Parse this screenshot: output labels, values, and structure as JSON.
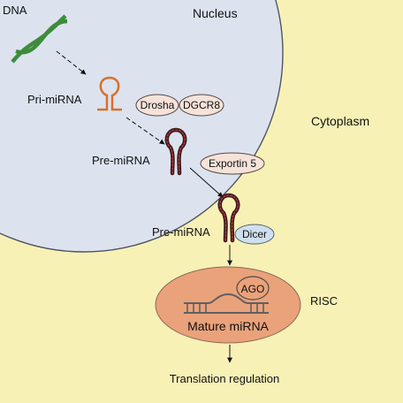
{
  "regions": {
    "nucleus": "Nucleus",
    "cytoplasm": "Cytoplasm"
  },
  "labels": {
    "dna": "DNA",
    "pri_mirna": "Pri-miRNA",
    "pre_mirna_nuclear": "Pre-miRNA",
    "pre_mirna_cytoplasmic": "Pre-miRNA",
    "mature_mirna": "Mature miRNA",
    "risc": "RISC",
    "translation_regulation": "Translation regulation"
  },
  "proteins": {
    "drosha": "Drosha",
    "dgcr8": "DGCR8",
    "exportin5": "Exportin 5",
    "dicer": "Dicer",
    "ago": "AGO"
  },
  "colors": {
    "cytoplasm": "#f7f1b6",
    "nucleus": "#dce3ef",
    "nucleus_border": "#4f5563",
    "dna": "#3e8c3a",
    "pri_mirna": "#d9702d",
    "pre_mirna": "#3a1b1f",
    "pre_mirna_inner": "#c03a3a",
    "protein_fill": "#f5e3da",
    "dicer_fill": "#cfe0ee",
    "risc_fill": "#eaa27a",
    "strand": "#5f6063"
  }
}
